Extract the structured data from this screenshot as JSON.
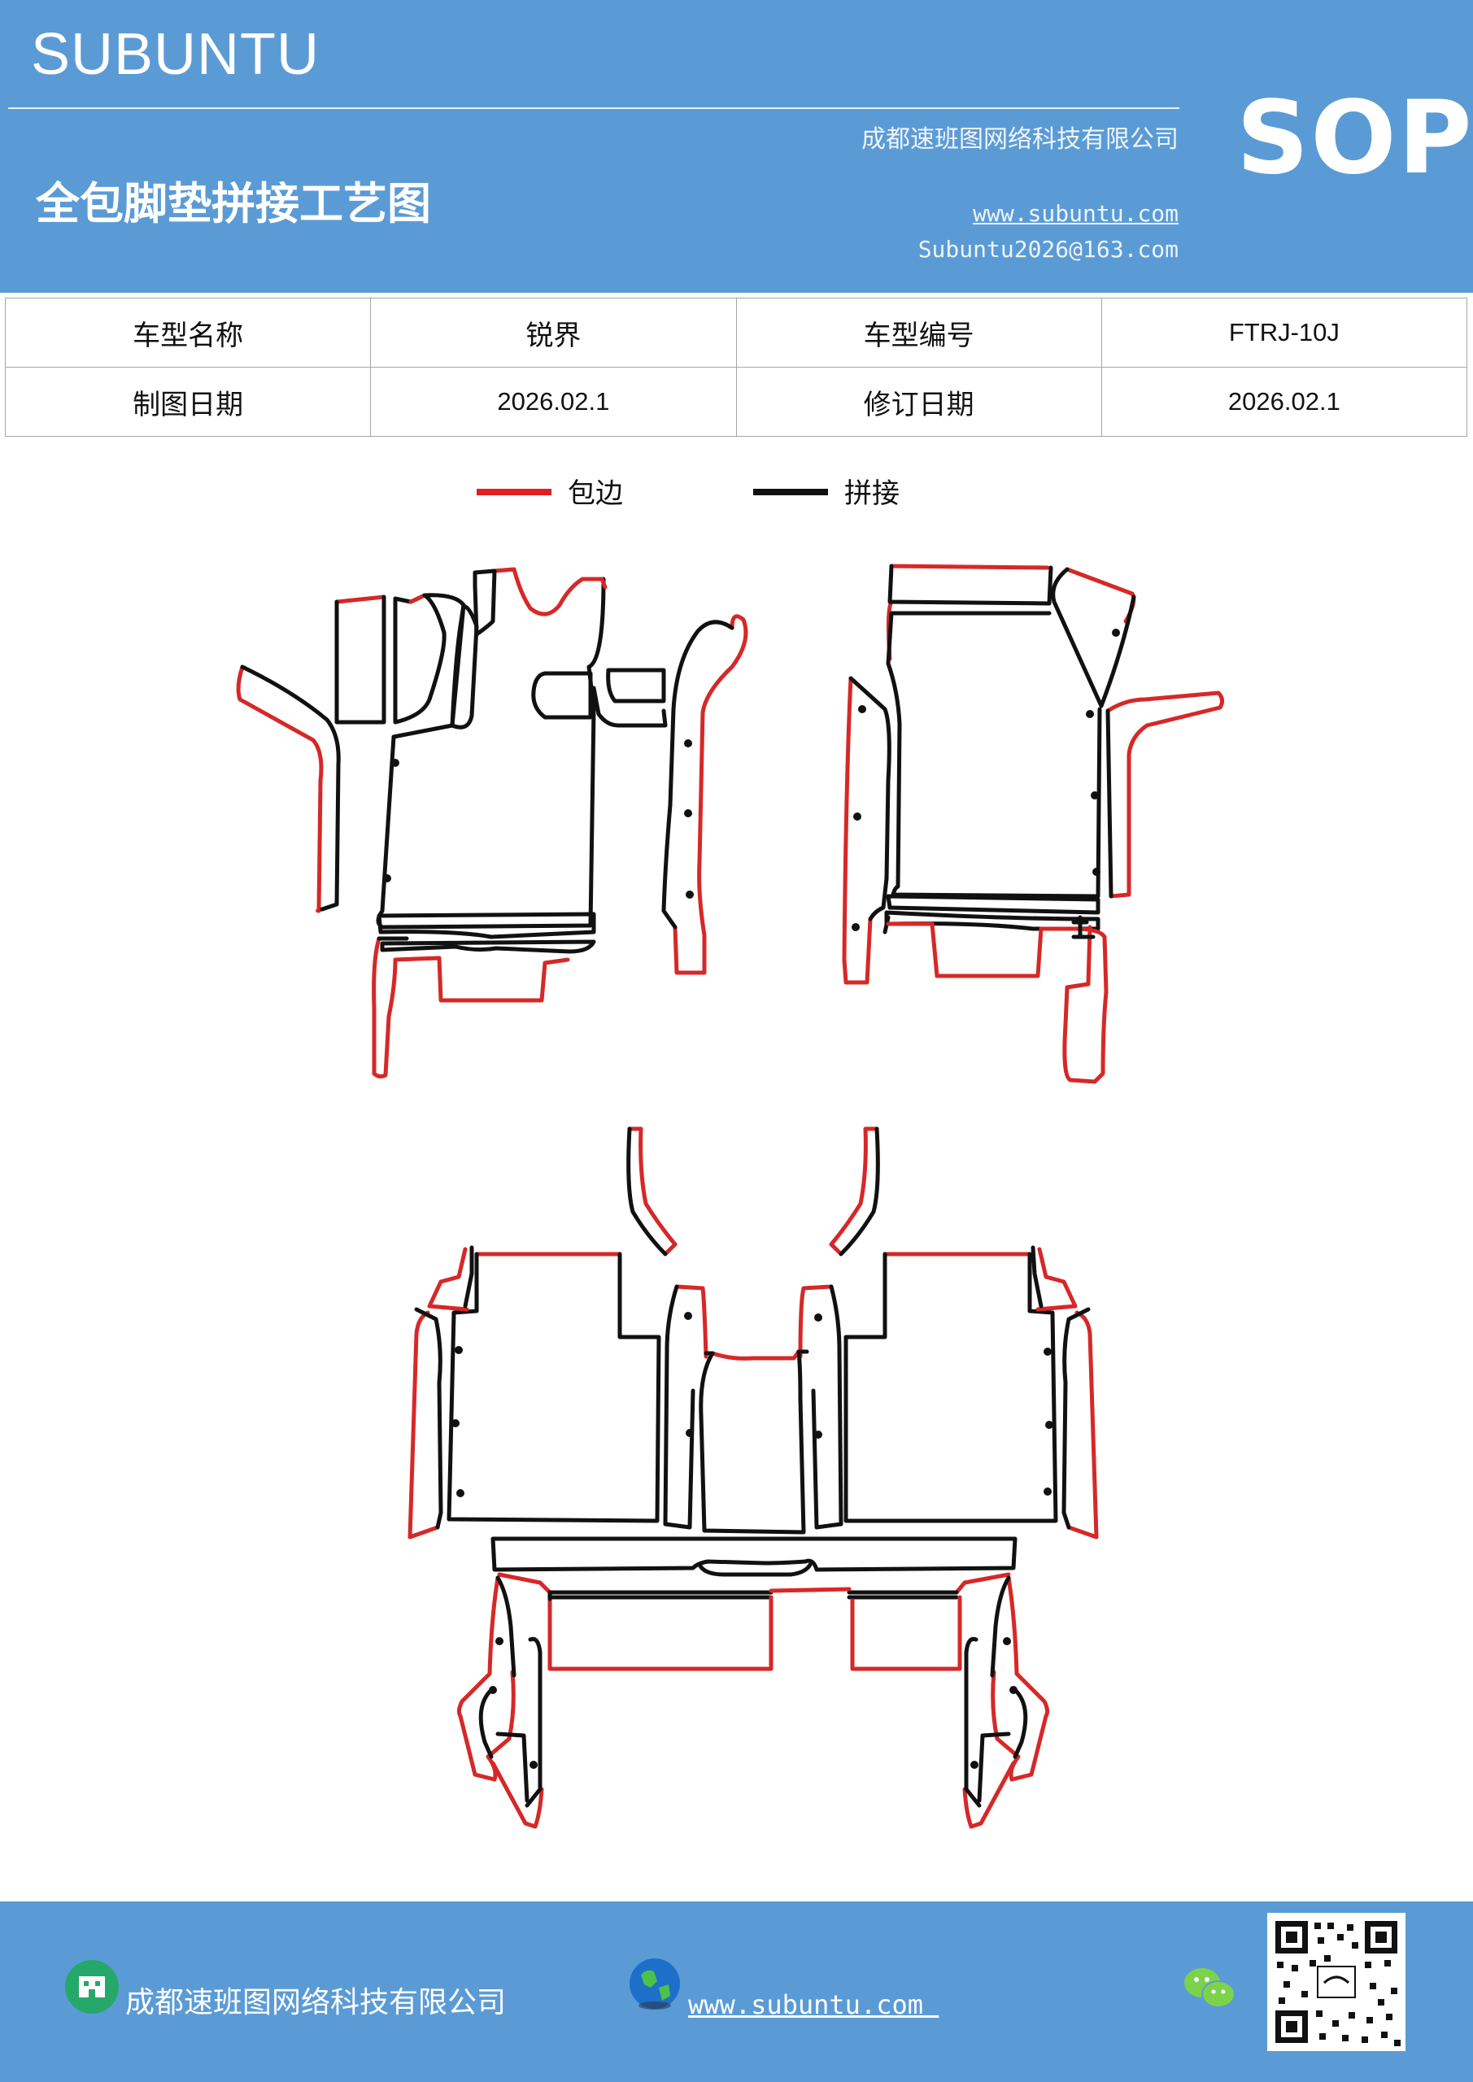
{
  "header": {
    "brand": "SUBUNTU",
    "title": "全包脚垫拼接工艺图",
    "company": "成都速班图网络科技有限公司",
    "website": "www.subuntu.com",
    "email": "Subuntu2026@163.com",
    "badge": "SOP"
  },
  "info_table": {
    "rows": [
      {
        "label1": "车型名称",
        "value1": "锐界",
        "label2": "车型编号",
        "value2": "FTRJ-10J"
      },
      {
        "label1": "制图日期",
        "value1": "2026.02.1",
        "label2": "修订日期",
        "value2": "2026.02.1"
      }
    ]
  },
  "legend": [
    {
      "label": "包边",
      "color": "#e02020"
    },
    {
      "label": "拼接",
      "color": "#111111"
    }
  ],
  "footer": {
    "company": "成都速班图网络科技有限公司",
    "website": "www.subuntu.com ",
    "icons": [
      "building-icon",
      "globe-icon",
      "wechat-icon",
      "qr-code"
    ]
  }
}
